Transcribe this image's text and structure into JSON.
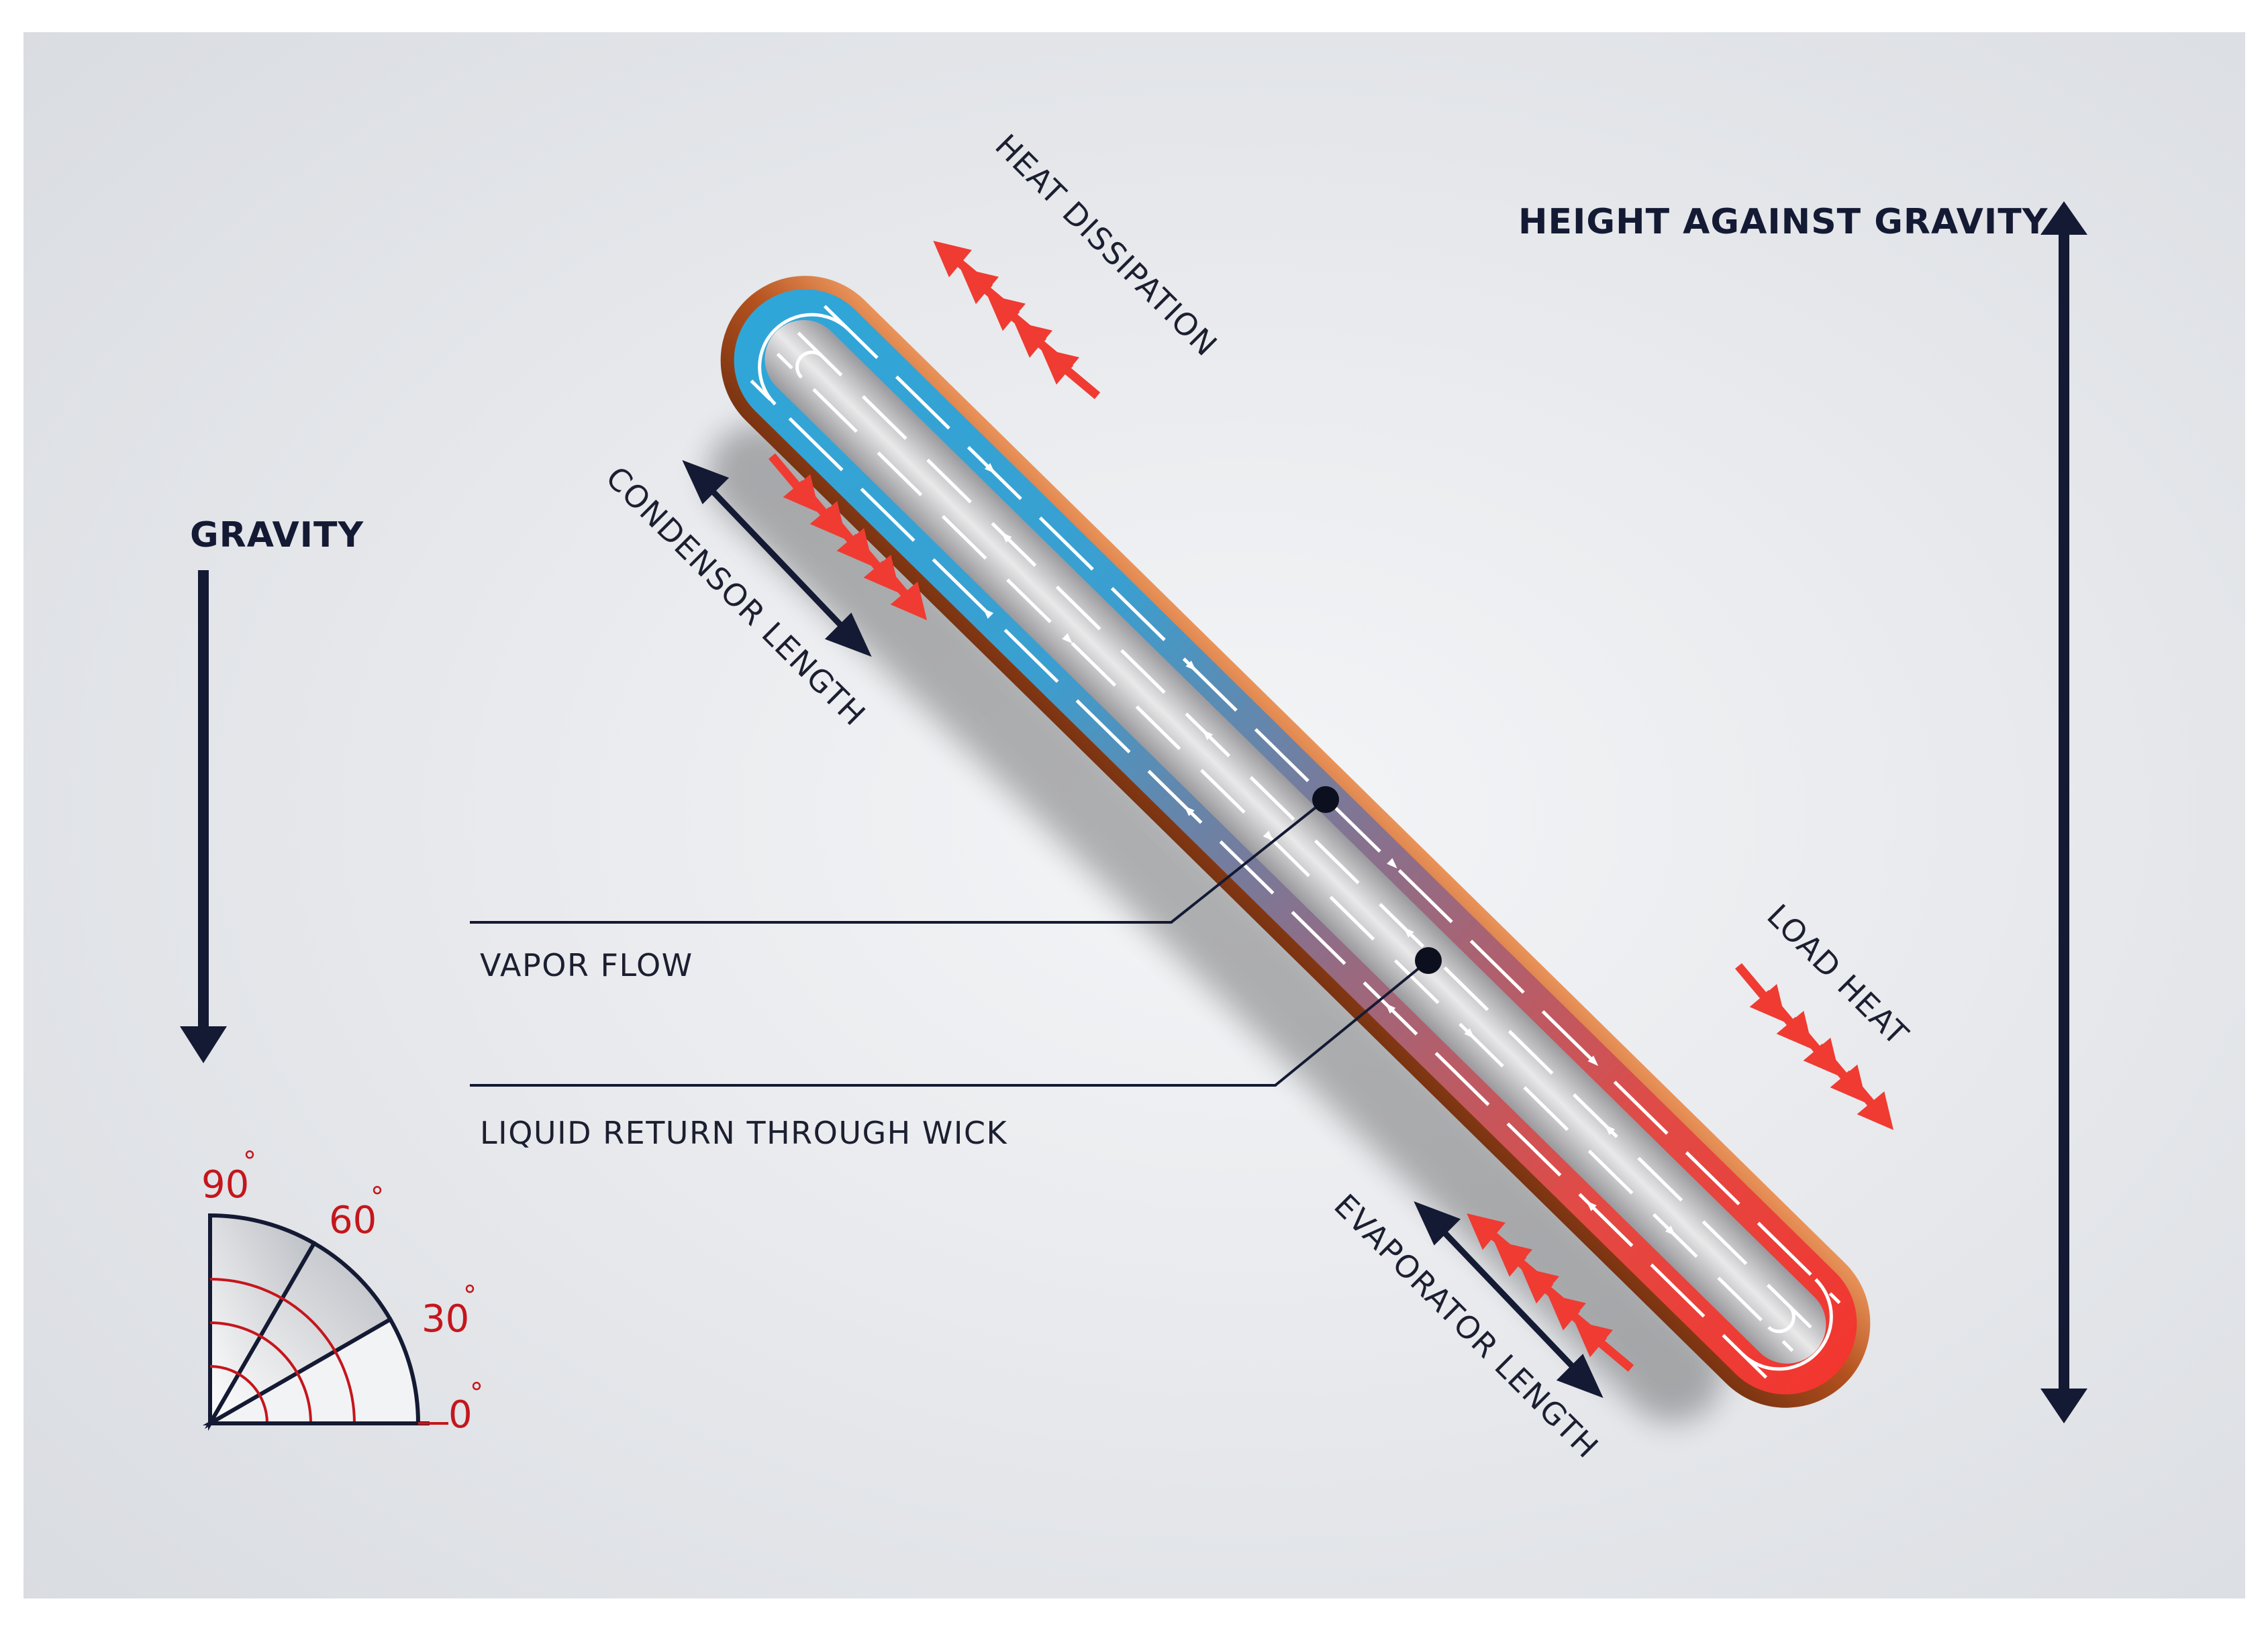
{
  "labels": {
    "gravity": "GRAVITY",
    "height_against_gravity": "HEIGHT AGAINST GRAVITY",
    "heat_dissipation": "HEAT DISSIPATION",
    "condensor_length": "CONDENSOR LENGTH",
    "load_heat": "LOAD HEAT",
    "evaporator_length": "EVAPORATOR LENGTH",
    "vapor_flow": "VAPOR FLOW",
    "liquid_return": "LIQUID RETURN THROUGH WICK"
  },
  "angle_gauge": {
    "angles": [
      "90",
      "60",
      "30",
      "0"
    ],
    "degree_symbol": "°"
  },
  "colors": {
    "background": "#e6e8ec",
    "arrow_dark": "#141a33",
    "heat_arrow_red": "#ef3b32",
    "pipe_copper": "#b5521f",
    "pipe_cold_blue": "#2fa6d8",
    "pipe_hot_red": "#e8403a",
    "degree_red": "#c4161c"
  }
}
